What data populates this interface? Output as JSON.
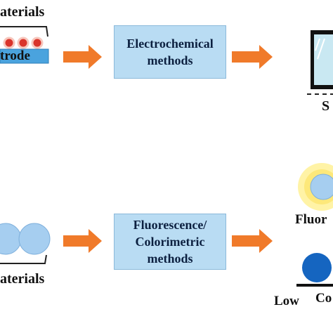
{
  "colors": {
    "box_fill": "#b9dcf3",
    "arrow": "#f07a2a",
    "electrode": "#4aa3de",
    "nanoparticle": "#d9342b",
    "fluorescent_glow": "#fff3a6",
    "colorimetric_dot": "#1565c0"
  },
  "top_row": {
    "materials_label": "aterials",
    "electrode_label": "trode",
    "method_box": {
      "line1": "Electrochemical",
      "line2": "methods"
    },
    "signal_label": "S"
  },
  "bottom_row": {
    "materials_label": "aterials",
    "method_box": {
      "line1": "Fluorescence/",
      "line2": "Colorimetric",
      "line3": "methods"
    },
    "fluorescence_label": "Fluor",
    "low_label": "Low",
    "concentration_label": "Co"
  },
  "icons": {
    "arrows": "right-arrow-icon",
    "monitor": "monitor-icon"
  }
}
